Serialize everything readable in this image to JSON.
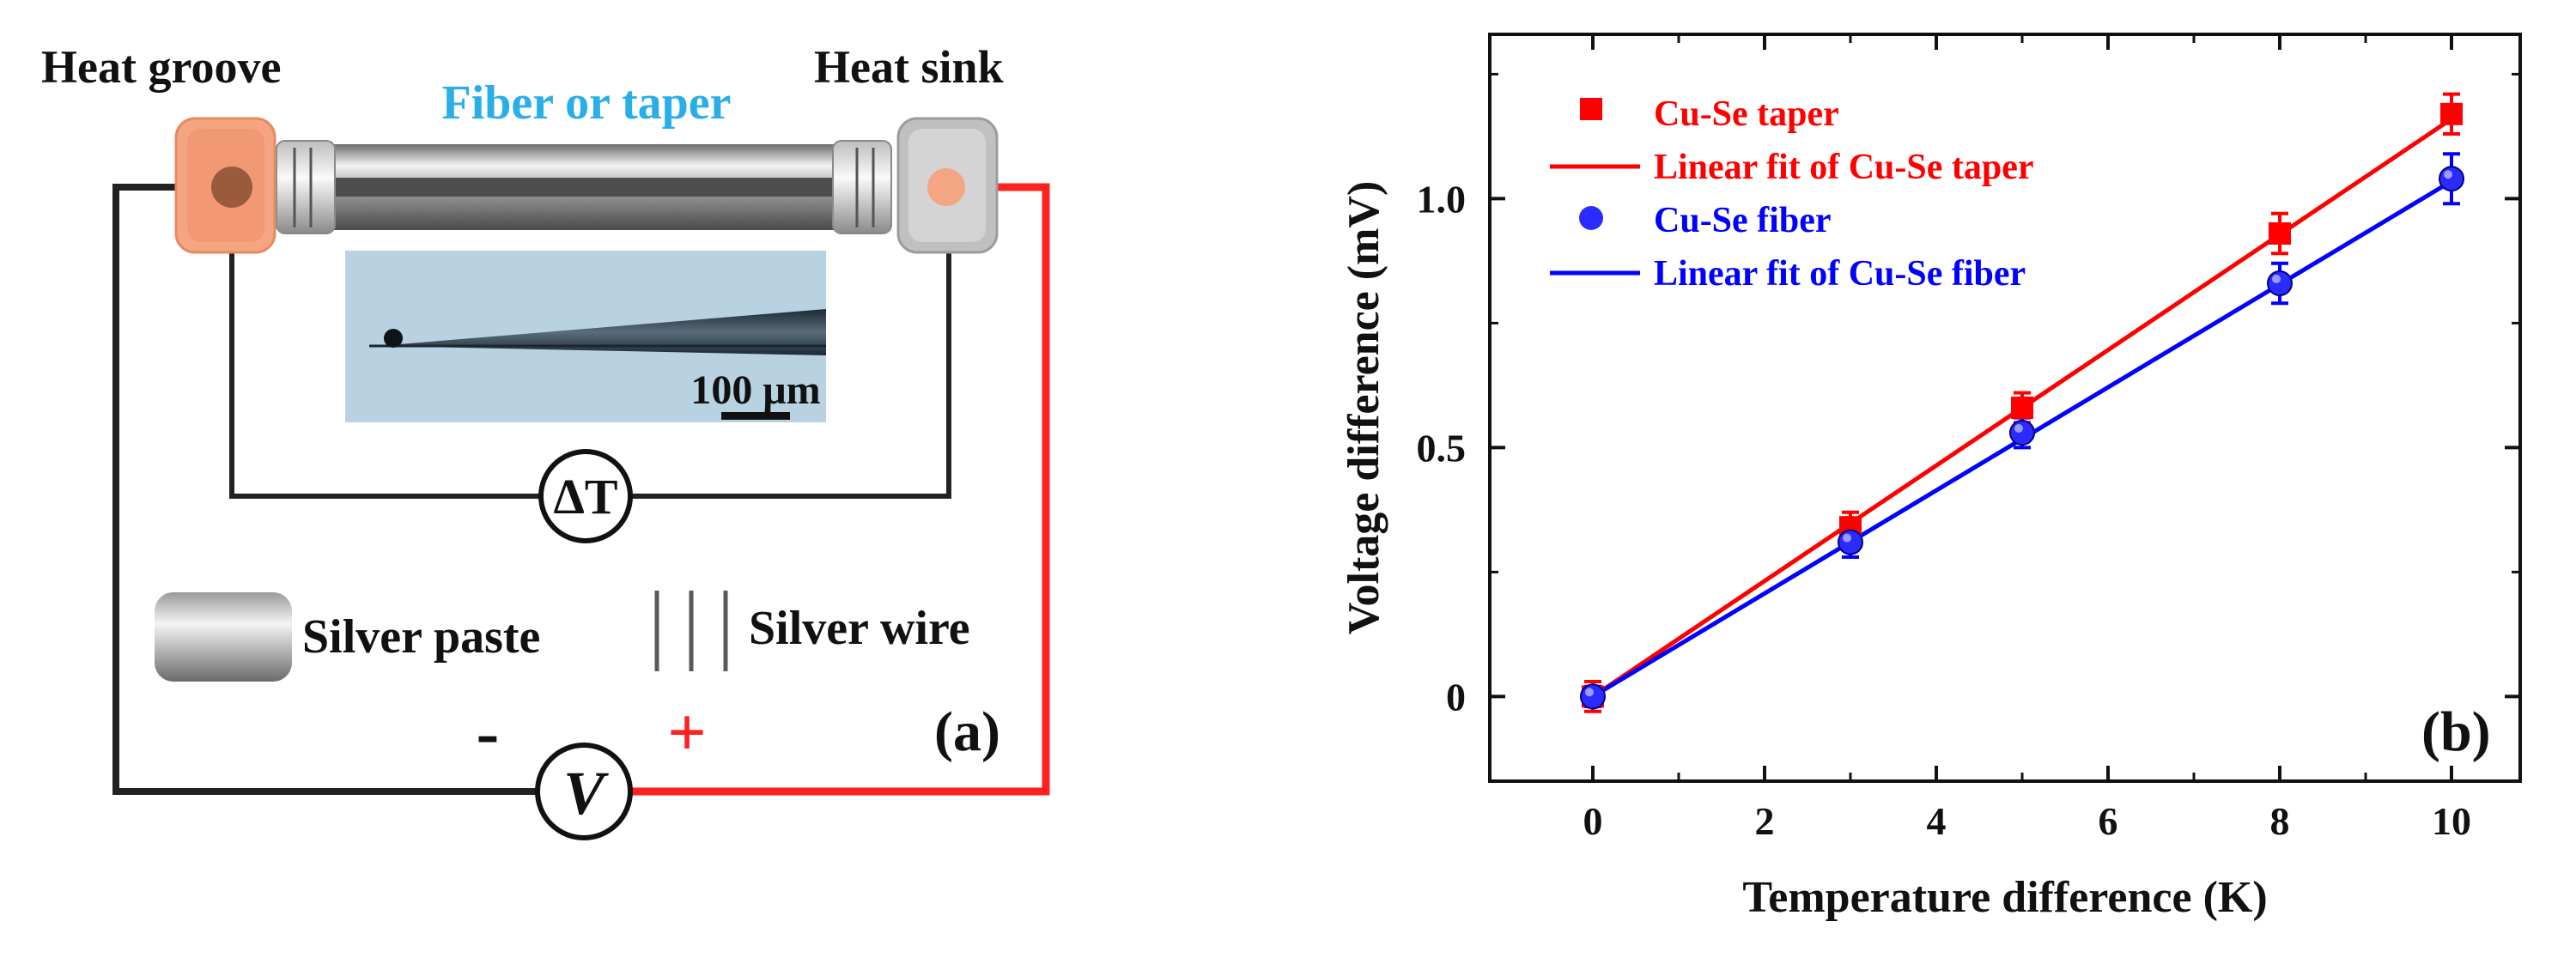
{
  "panel_a": {
    "label": "(a)",
    "heat_groove": "Heat groove",
    "heat_sink": "Heat sink",
    "fiber_label": "Fiber or taper",
    "scale_bar": "100 μm",
    "delta_t": "ΔT",
    "voltmeter": "V",
    "minus": "-",
    "plus": "+",
    "legend_paste": "Silver paste",
    "legend_wire": "Silver wire",
    "colors": {
      "heat_groove": "#f4a582",
      "heat_sink": "#c0c0c0",
      "fiber_label": "#29aee8",
      "positive_wire": "#ff2020",
      "negative_wire": "#222222"
    }
  },
  "chart_data": {
    "type": "scatter",
    "panel_label": "(b)",
    "title": "",
    "xlabel": "Temperature difference (K)",
    "ylabel": "Voltage difference (mV)",
    "xlim": [
      -1.2,
      10.8
    ],
    "ylim": [
      -0.17,
      1.33
    ],
    "xticks": [
      0,
      2,
      4,
      6,
      8,
      10
    ],
    "xtick_labels": [
      "0",
      "2",
      "4",
      "6",
      "8",
      "10"
    ],
    "yticks": [
      0,
      0.5,
      1.0
    ],
    "ytick_labels": [
      "0",
      "0.5",
      "1.0"
    ],
    "grid": false,
    "legend_position": "top-left",
    "series": [
      {
        "name": "Cu-Se taper",
        "marker": "square",
        "color": "#ff0000",
        "x": [
          0,
          3,
          5,
          8,
          10
        ],
        "y": [
          0.0,
          0.34,
          0.58,
          0.93,
          1.17
        ],
        "yerr": [
          0.03,
          0.03,
          0.03,
          0.04,
          0.04
        ]
      },
      {
        "name": "Cu-Se fiber",
        "marker": "circle",
        "color": "#0000ff",
        "x": [
          0,
          3,
          5,
          8,
          10
        ],
        "y": [
          0.0,
          0.31,
          0.53,
          0.83,
          1.04
        ],
        "yerr": [
          0.02,
          0.03,
          0.03,
          0.04,
          0.05
        ]
      }
    ],
    "fits": [
      {
        "name": "Linear fit of Cu-Se taper",
        "color": "#ff0000",
        "x": [
          0,
          10
        ],
        "y": [
          0.0,
          1.16
        ]
      },
      {
        "name": "Linear fit of Cu-Se fiber",
        "color": "#0000ff",
        "x": [
          0,
          10
        ],
        "y": [
          0.0,
          1.035
        ]
      }
    ]
  }
}
